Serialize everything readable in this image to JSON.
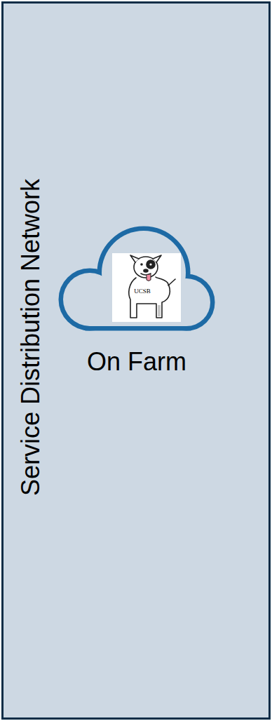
{
  "diagram": {
    "nodes": [
      {
        "text": [
          "Service Distribution Network"
        ]
      },
      {
        "text": [
          "On Farm"
        ],
        "in": 0
      }
    ],
    "labels": [
      "UCSB"
    ]
  }
}
